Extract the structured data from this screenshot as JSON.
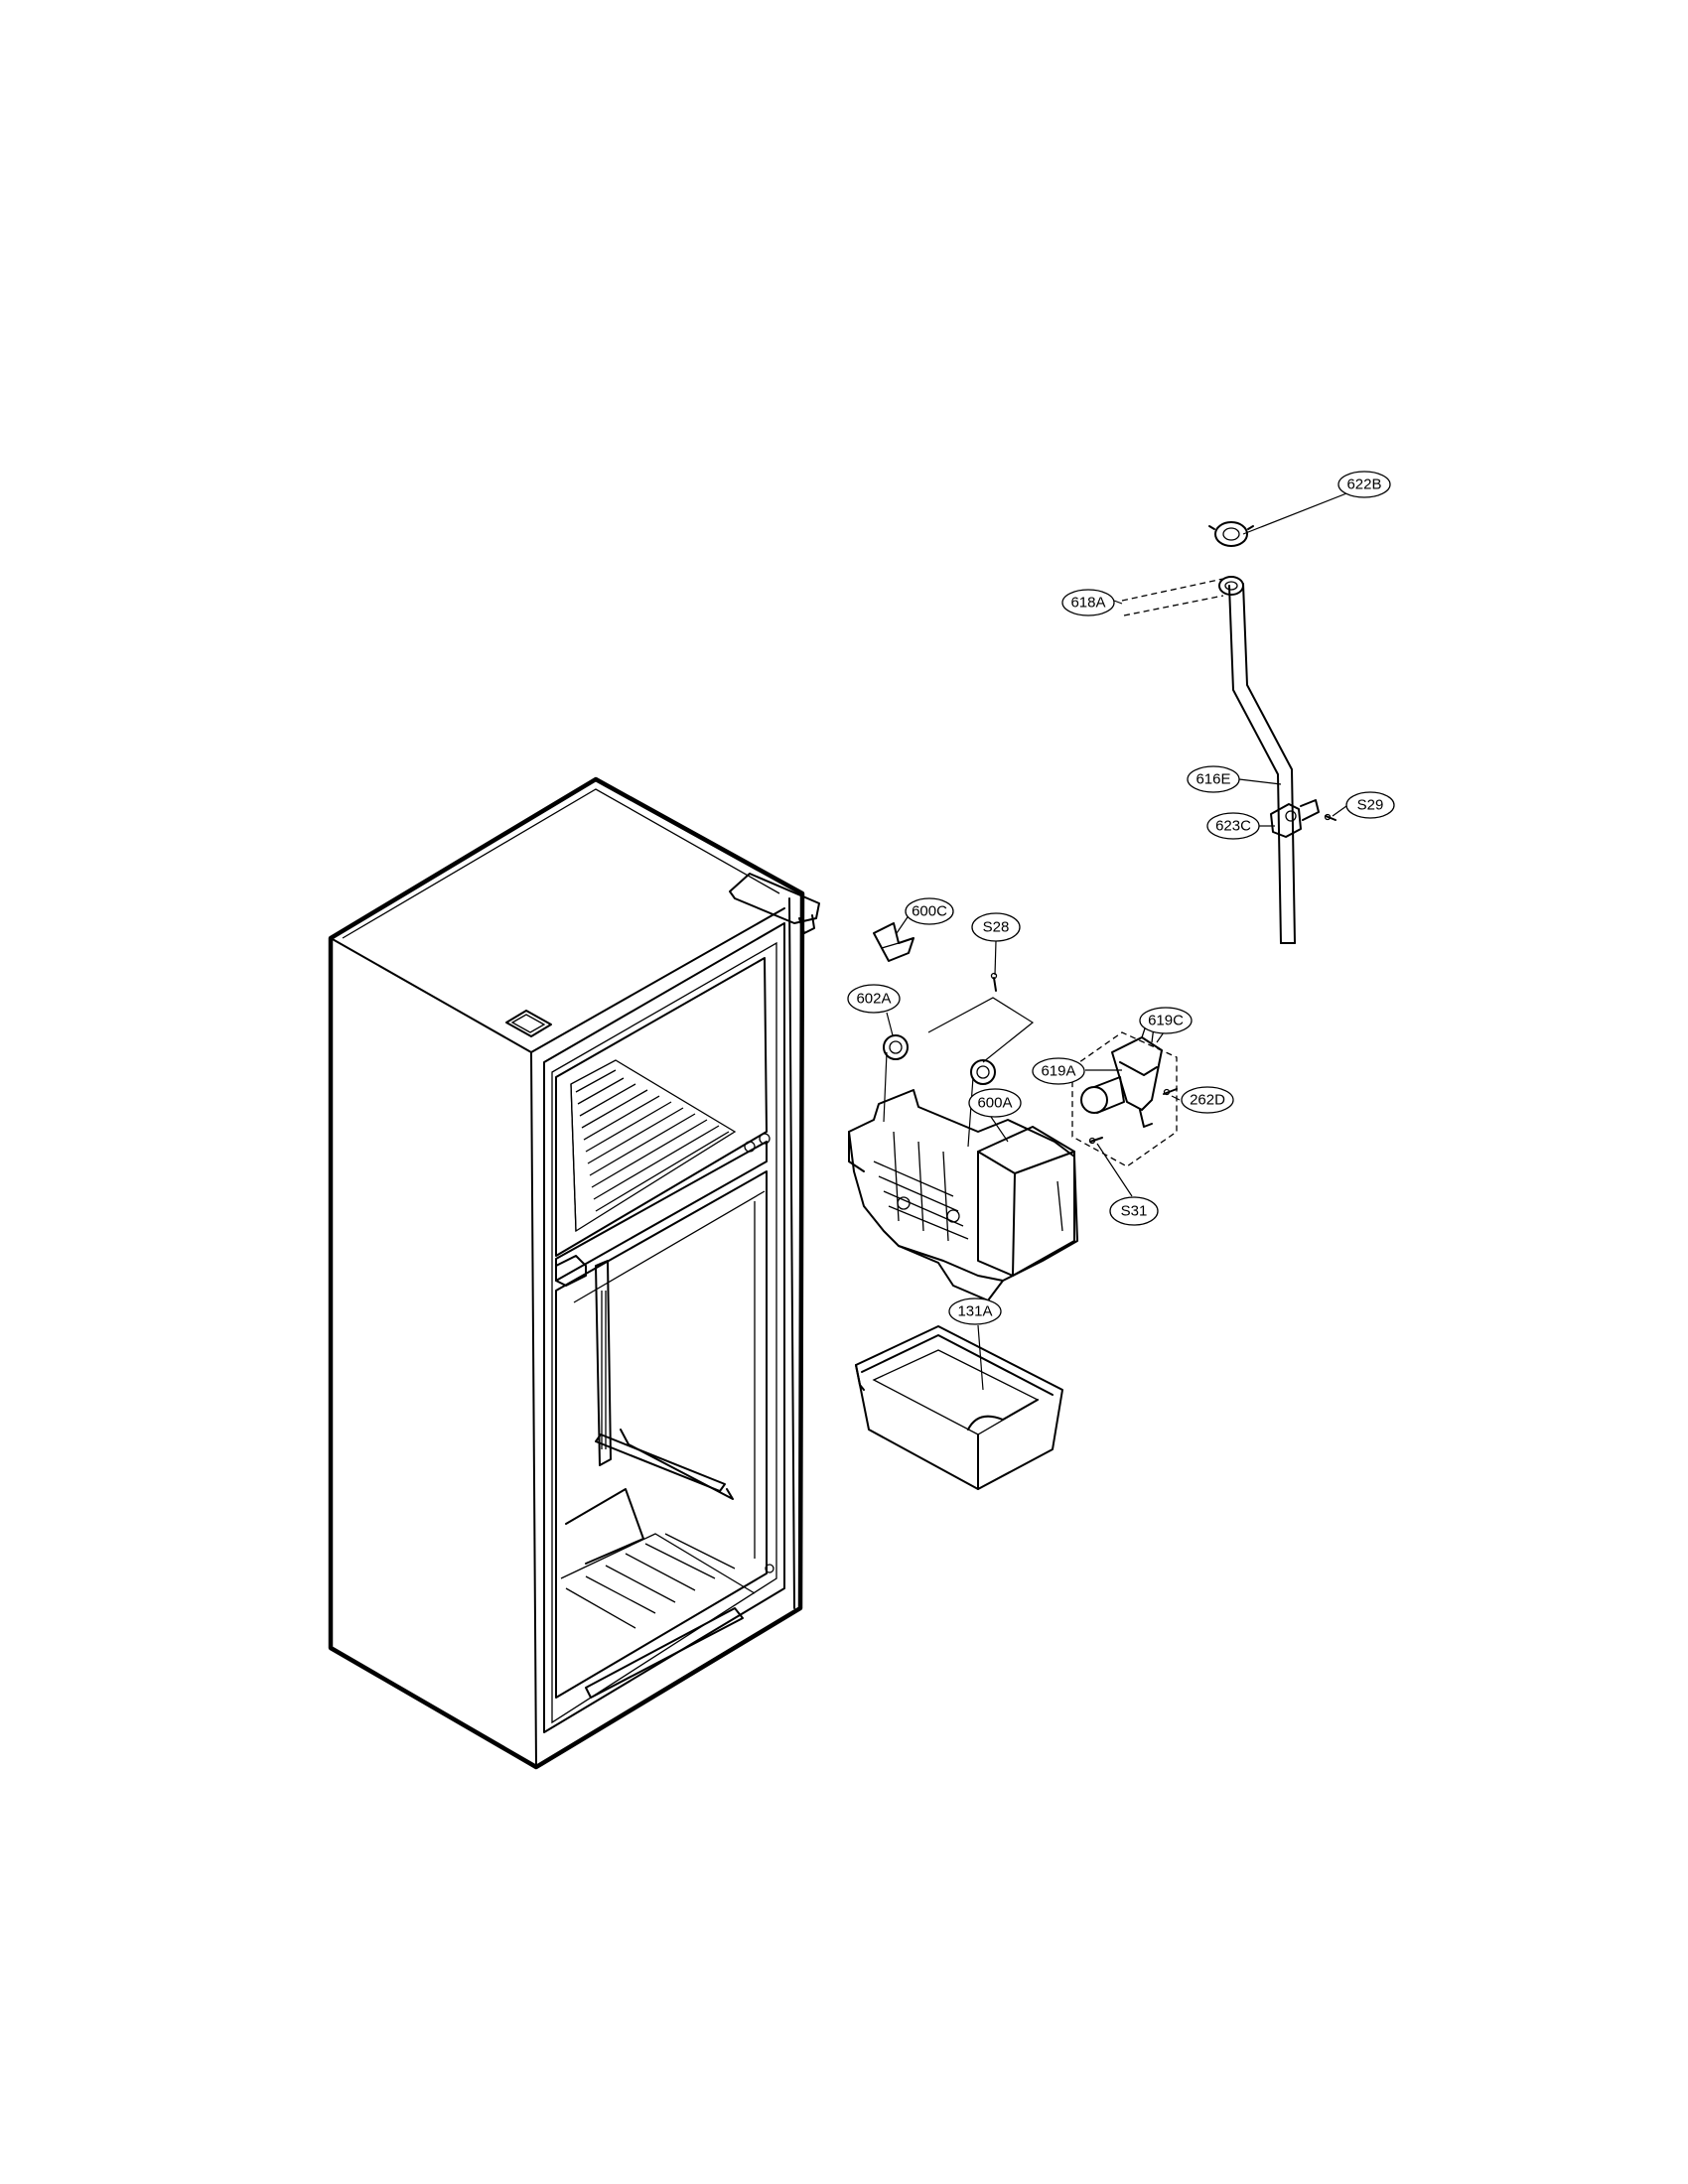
{
  "part_labels": {
    "p622B": "622B",
    "p618A": "618A",
    "p616E": "616E",
    "pS29": "S29",
    "p623C": "623C",
    "p600C": "600C",
    "pS28": "S28",
    "p602A": "602A",
    "p619C": "619C",
    "p619A": "619A",
    "p600A": "600A",
    "p262D": "262D",
    "pS31": "S31",
    "p131A": "131A"
  }
}
